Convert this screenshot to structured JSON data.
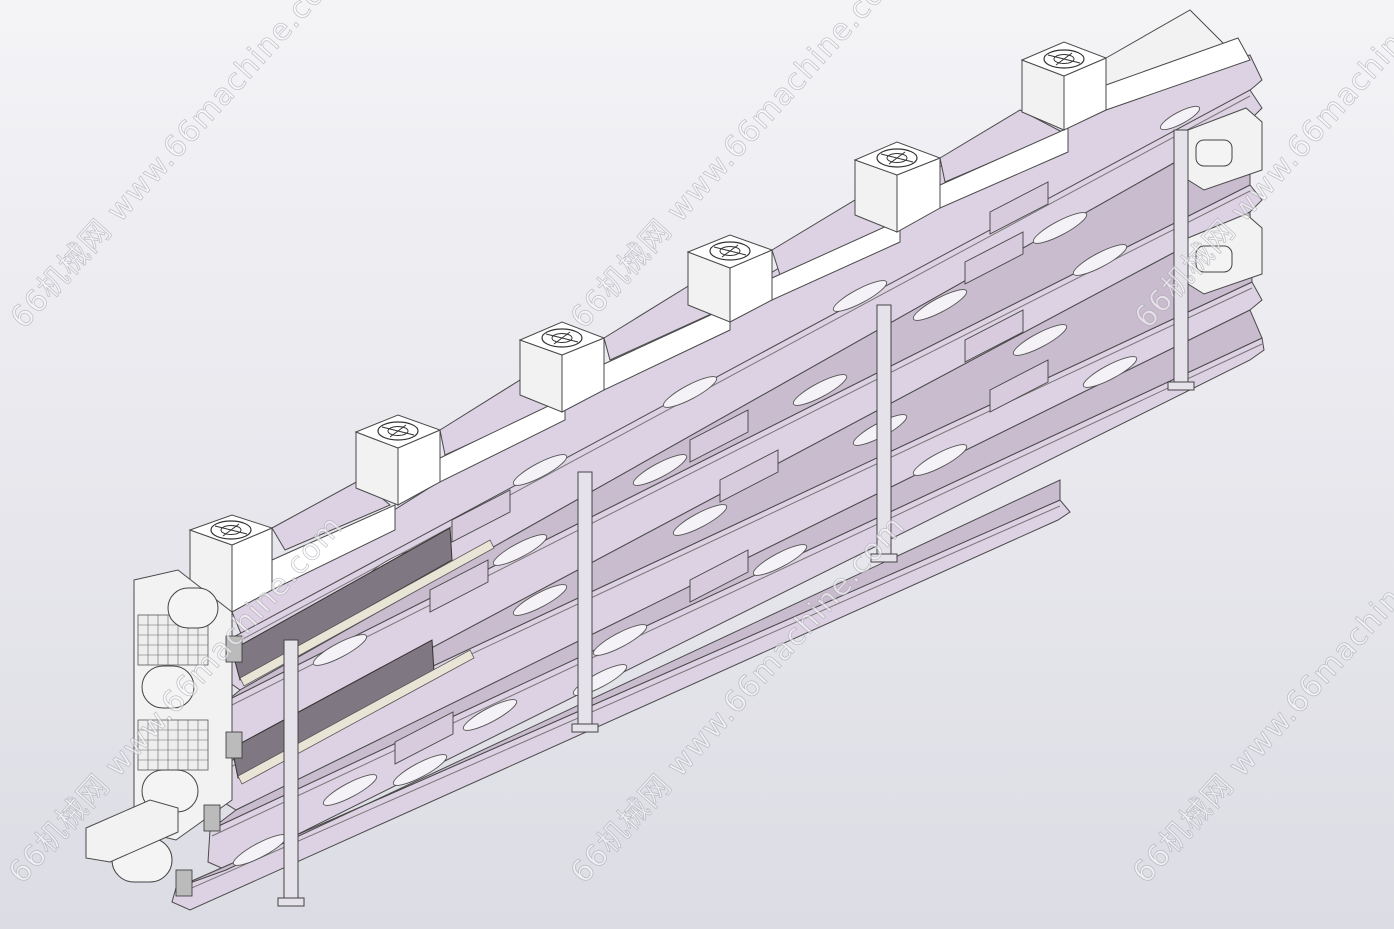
{
  "watermarks": [
    {
      "text": "66机械网 www.66machine.com"
    },
    {
      "text": "66机械网 www.66machine.com"
    },
    {
      "text": "66机械网 www.66machine.com"
    },
    {
      "text": "66机械网 www.66machine.com"
    },
    {
      "text": "66机械网 www.66machine.com"
    },
    {
      "text": "66机械网 www.66machine.com"
    }
  ],
  "colors": {
    "background_top": "#f4f4f7",
    "background_bottom": "#dcdce4",
    "frame_purple": "#ddd2e3",
    "hood_white": "#ffffff",
    "outline": "#4a4a4a"
  },
  "structure": {
    "belt_tiers": 5,
    "exhaust_hoods": 6,
    "support_posts": 4
  }
}
